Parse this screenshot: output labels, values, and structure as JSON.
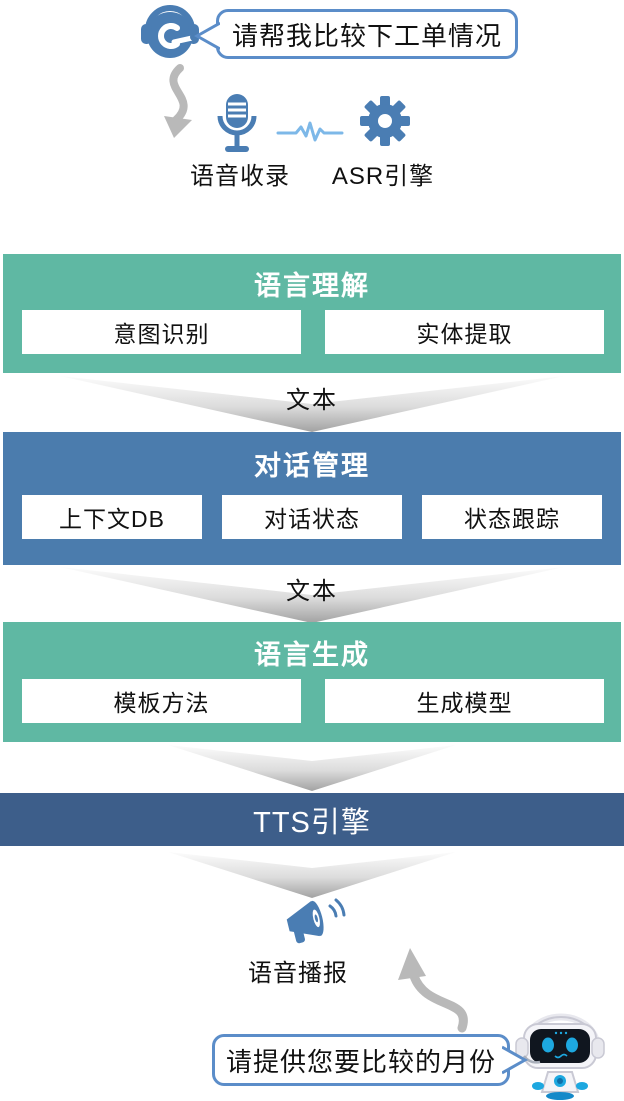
{
  "top": {
    "user_bubble_text": "请帮我比较下工单情况",
    "voice_capture_label": "语音收录",
    "asr_label": "ASR引擎"
  },
  "stages": {
    "nlu": {
      "title": "语言理解",
      "items": [
        "意图识别",
        "实体提取"
      ]
    },
    "dm": {
      "title": "对话管理",
      "items": [
        "上下文DB",
        "对话状态",
        "状态跟踪"
      ]
    },
    "nlg": {
      "title": "语言生成",
      "items": [
        "模板方法",
        "生成模型"
      ]
    },
    "tts": {
      "title": "TTS引擎"
    }
  },
  "connectors": {
    "text_label": "文本"
  },
  "bottom": {
    "broadcast_label": "语音播报",
    "bot_bubble_text": "请提供您要比较的月份"
  },
  "icons": {
    "agent": "headset-icon",
    "record": "microphone-icon",
    "signal": "waveform-icon",
    "asr": "gear-icon",
    "broadcast": "megaphone-icon",
    "assistant": "robot-icon",
    "flow_down": "curved-arrow-down-icon",
    "flow_up": "curved-arrow-up-icon"
  },
  "colors": {
    "teal_block": "#5fb8a3",
    "blue_block": "#4b7cad",
    "dark_blue_block": "#3d5e8a",
    "icon_blue": "#4a7db3",
    "bubble_border": "#5b8dc9",
    "arrow_gray": "#b9b9b9"
  }
}
